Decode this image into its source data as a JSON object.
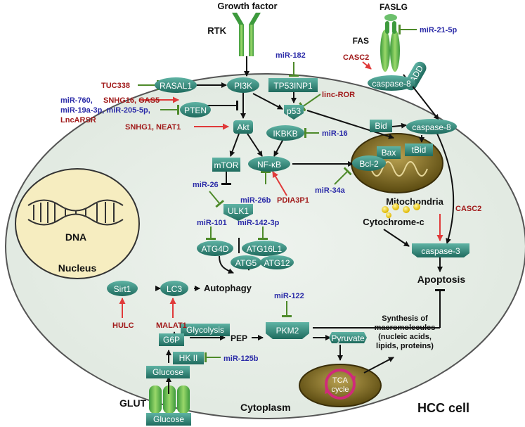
{
  "colors": {
    "cell_fill": "#e6eee6",
    "node_fill": "#2f8a7a",
    "activation": "#e03a3a",
    "inhibition": "#4e8a2a",
    "mirna_text": "#2b2ba8",
    "lncrna_text": "#a11a1a",
    "nucleus_fill": "#f6edc0"
  },
  "labels": {
    "growth_factor": "Growth factor",
    "rtk": "RTK",
    "fasl": "FASLG",
    "fas": "FAS",
    "fadd": "FADD",
    "glut": "GLUT",
    "dna": "DNA",
    "nucleus": "Nucleus",
    "mitochondria": "Mitochondria",
    "cytochrome_c": "Cytochrome-c",
    "apoptosis": "Apoptosis",
    "autophagy": "Autophagy",
    "cytoplasm": "Cytoplasm",
    "hcc_cell": "HCC cell",
    "synthesis_1": "Synthesis of",
    "synthesis_2": "macromolecules",
    "synthesis_3": "(nucleic acids,",
    "synthesis_4": "lipids, proteins)",
    "tca_1": "TCA",
    "tca_2": "cycle"
  },
  "nodes": {
    "rasal1": "RASAL1",
    "pi3k": "PI3K",
    "tp53inp1": "TP53INP1",
    "caspase8_top": "caspase-8",
    "pten": "PTEN",
    "p53": "p53",
    "akt": "Akt",
    "ikbkb": "IKBKB",
    "bid": "Bid",
    "caspase8_mid": "caspase-8",
    "mtor": "mTOR",
    "nfkb": "NF-κB",
    "bcl2": "Bcl-2",
    "bax": "Bax",
    "tbid": "tBid",
    "ulk1": "ULK1",
    "atg4d": "ATG4D",
    "atg16l1": "ATG16L1",
    "atg5": "ATG5",
    "atg12": "ATG12",
    "sirt1": "Sirt1",
    "lc3": "LC3",
    "caspase3": "caspase-3",
    "glycolysis": "Glycolysis",
    "g6p": "G6P",
    "pep": "PEP",
    "pkm2": "PKM2",
    "pyruvate": "Pyruvate",
    "hk2": "HK II",
    "glucose_in": "Glucose",
    "glucose_out": "Glucose"
  },
  "regulators": {
    "mir21": "miR-21-5p",
    "casc2_top": "CASC2",
    "mir182": "miR-182",
    "tuc338": "TUC338",
    "linc_ror": "linc-ROR",
    "pten_line1_a": "miR-760, ",
    "pten_line1_b": "SNHG16, GAS5",
    "pten_line2": "miR-19a-3p, miR-205-5p,",
    "pten_line3": "LncARSR",
    "snhg1": "SNHG1, NEAT1",
    "mir16": "miR-16",
    "mir26": "miR-26",
    "mir26b": "miR-26b",
    "pdia3p1": "PDIA3P1",
    "mir34a": "miR-34a",
    "mir101": "miR-101",
    "mir142": "miR-142-3p",
    "casc2_bottom": "CASC2",
    "hulc": "HULC",
    "malat1": "MALAT1",
    "mir122": "miR-122",
    "mir125b": "miR-125b"
  }
}
